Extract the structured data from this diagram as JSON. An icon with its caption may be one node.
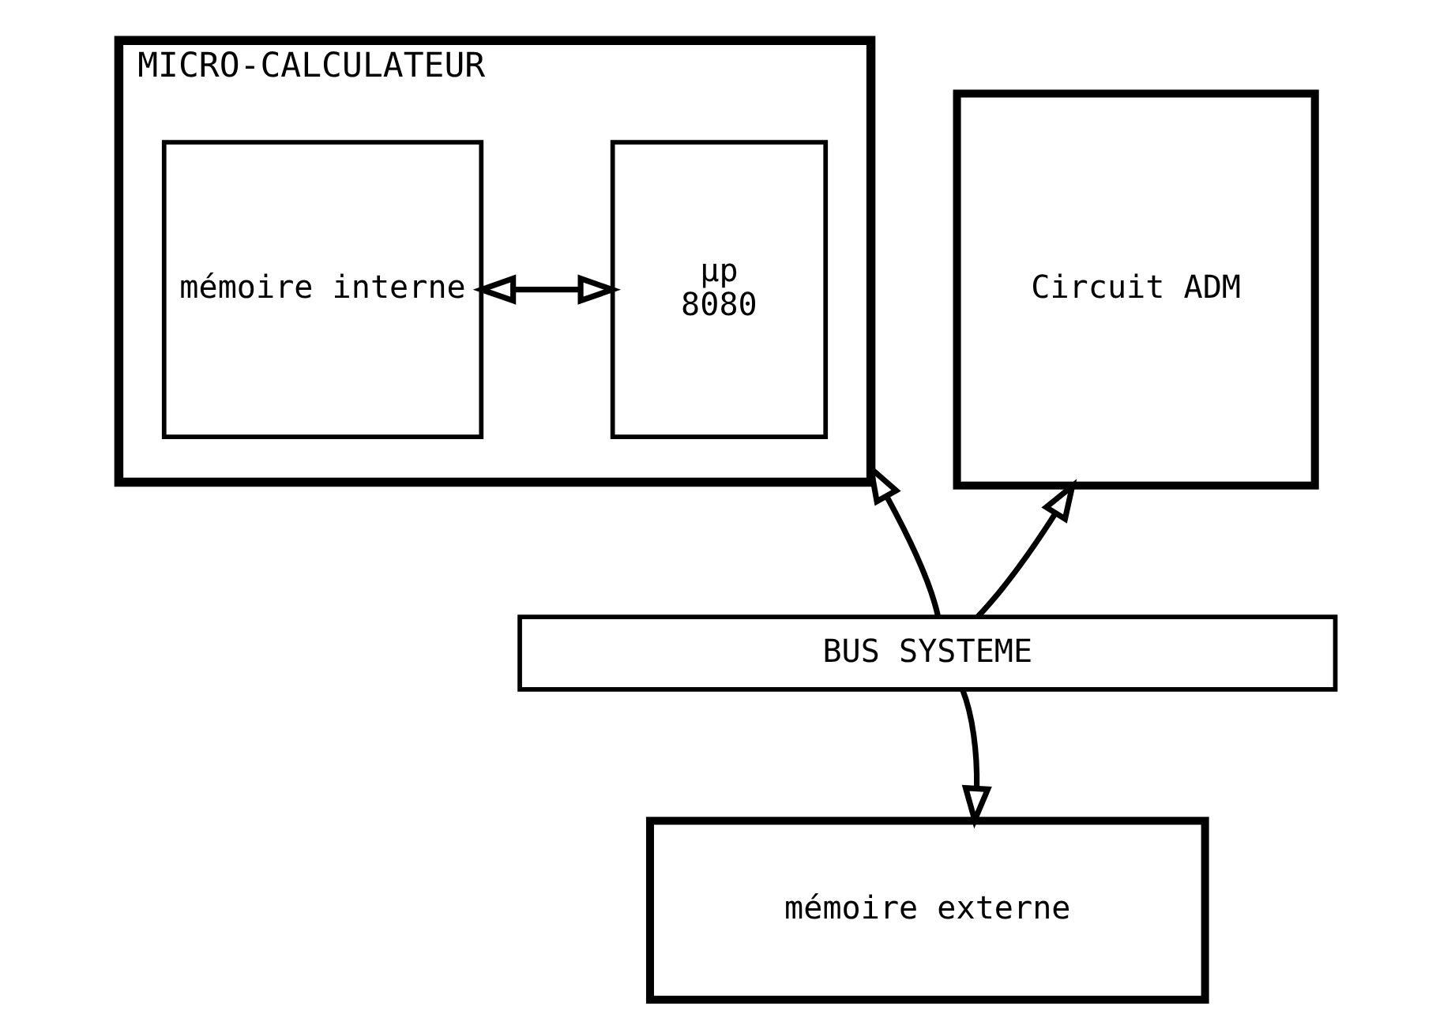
{
  "diagram": {
    "nodes": [
      {
        "text": [
          "MICRO-CALCULATEUR"
        ]
      },
      {
        "text": [
          "µp",
          "8080"
        ],
        "in": 0
      },
      {
        "text": [
          "mémoire interne"
        ],
        "in": 0
      },
      {
        "text": [
          "Circuit ADM"
        ]
      },
      {
        "text": [
          "mémoire externe"
        ]
      },
      {
        "text": [
          "BUS SYSTEME"
        ]
      }
    ],
    "edges": [
      {
        "from": 1,
        "to": 2,
        "arrow": "both"
      },
      {
        "from": 5,
        "to": 0,
        "arrow": "to"
      },
      {
        "from": 5,
        "to": 3,
        "arrow": "to"
      },
      {
        "from": 5,
        "to": 4,
        "arrow": "to"
      }
    ]
  }
}
